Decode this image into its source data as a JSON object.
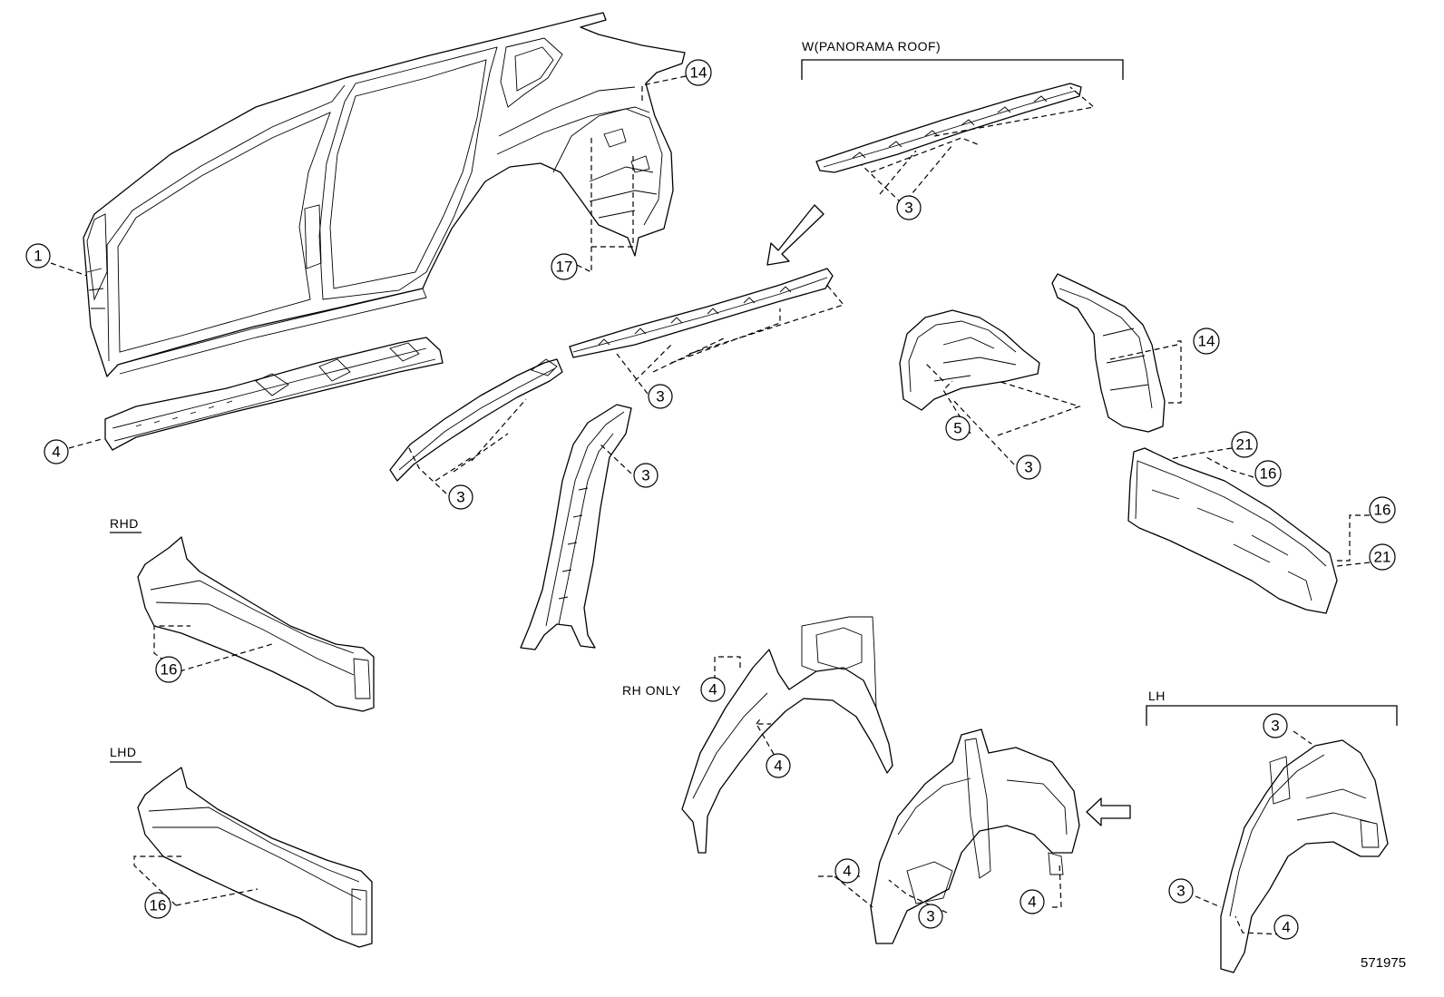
{
  "labels": {
    "panorama_roof": "W(PANORAMA ROOF)",
    "rhd": "RHD",
    "lhd": "LHD",
    "rh_only": "RH ONLY",
    "lh": "LH",
    "ref_number": "571975"
  },
  "callouts": {
    "c1": "1",
    "c14a": "14",
    "c17": "17",
    "c3_panorama": "3",
    "c4_sill": "4",
    "c3_roof_rail": "3",
    "c3_front_rail": "3",
    "c3_pillar": "3",
    "c14b": "14",
    "c5": "5",
    "c3_rear": "3",
    "c21a": "21",
    "c16a": "16",
    "c16b": "16",
    "c21b": "21",
    "c16_rhd": "16",
    "c16_lhd": "16",
    "c4_rh_only": "4",
    "c4_arch": "4",
    "c4_wheelhouse_l": "4",
    "c3_wheelhouse": "3",
    "c4_wheelhouse_r": "4",
    "c3_lh_top": "3",
    "c3_lh_left": "3",
    "c4_lh": "4"
  },
  "icons": {
    "arrow_diag": "arrow-down-left-icon",
    "arrow_left": "arrow-left-icon"
  }
}
